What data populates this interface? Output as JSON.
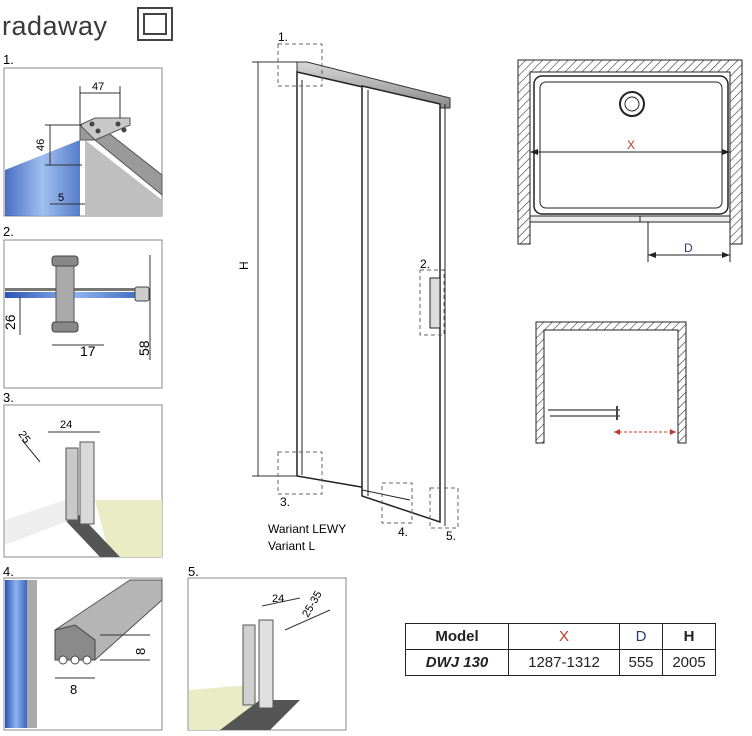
{
  "brand": {
    "name": "radaway"
  },
  "details": {
    "d1": {
      "label": "1.",
      "dims": [
        "47",
        "46",
        "5"
      ]
    },
    "d2": {
      "label": "2.",
      "dims": [
        "26",
        "17",
        "58"
      ]
    },
    "d3": {
      "label": "3.",
      "dims": [
        "25",
        "24"
      ]
    },
    "d4": {
      "label": "4.",
      "dims": [
        "8",
        "8"
      ]
    },
    "d5": {
      "label": "5.",
      "dims": [
        "24",
        "25-35"
      ]
    }
  },
  "main_view": {
    "height_label": "H",
    "callouts": [
      "1.",
      "2.",
      "3.",
      "4.",
      "5."
    ],
    "variant_lines": [
      "Wariant LEWY",
      "Variant L"
    ]
  },
  "top_view": {
    "x_label": "X",
    "d_label": "D"
  },
  "colors": {
    "accent_red": "#c0392b",
    "accent_blue": "#2c3e78",
    "glass": "#4a78c9"
  },
  "spec_table": {
    "headers": [
      "Model",
      "X",
      "D",
      "H"
    ],
    "rows": [
      [
        "DWJ 130",
        "1287-1312",
        "555",
        "2005"
      ]
    ]
  }
}
